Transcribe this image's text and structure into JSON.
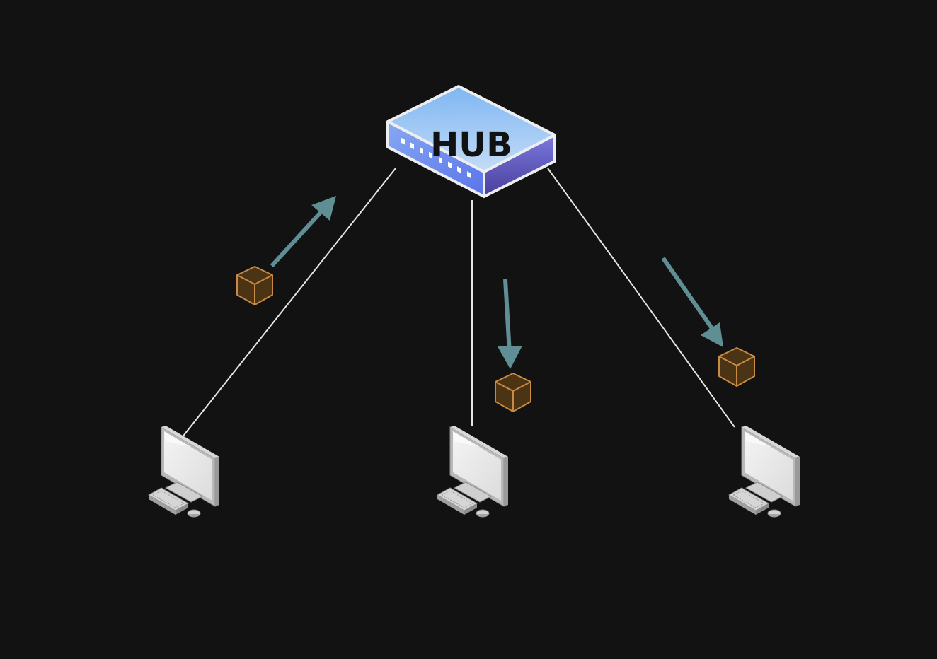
{
  "diagram": {
    "background": "#121212",
    "hub": {
      "label": "HUB",
      "top_color": "#8fc0f4",
      "front_color": "#6a88ee",
      "side_color": "#5b55b8",
      "outline_color": "#eeeeee"
    },
    "link_color": "#e6e6e6",
    "arrow_color": "#5f8e95",
    "packet": {
      "fill": "#4a3414",
      "stroke": "#c88a45"
    },
    "nodes": [
      {
        "id": "computer-left",
        "icon": "desktop-computer-icon"
      },
      {
        "id": "computer-center",
        "icon": "desktop-computer-icon"
      },
      {
        "id": "computer-right",
        "icon": "desktop-computer-icon"
      }
    ],
    "packets": [
      {
        "id": "packet-left",
        "direction": "to-hub"
      },
      {
        "id": "packet-center",
        "direction": "from-hub"
      },
      {
        "id": "packet-right",
        "direction": "from-hub"
      }
    ]
  }
}
